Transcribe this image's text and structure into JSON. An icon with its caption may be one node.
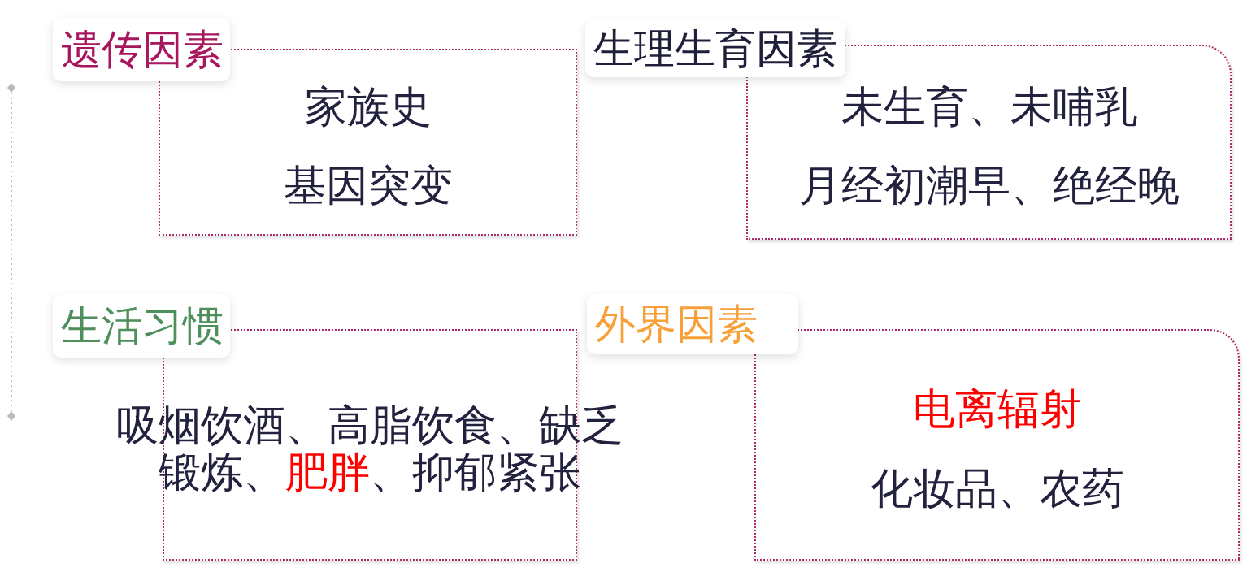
{
  "diagram": {
    "nodes": [
      {
        "text": [
          "遗传因素",
          "家族史",
          "基因突变"
        ]
      },
      {
        "text": [
          "生理生育因素",
          "未生育、未哺乳",
          "月经初潮早、绝经晚"
        ]
      },
      {
        "text": [
          "生活习惯",
          "吸烟饮酒、高脂饮食、缺乏锻炼、**肥胖**、抑郁紧张"
        ]
      },
      {
        "text": [
          "外界因素",
          "电离辐射",
          "化妆品、农药"
        ]
      }
    ]
  }
}
